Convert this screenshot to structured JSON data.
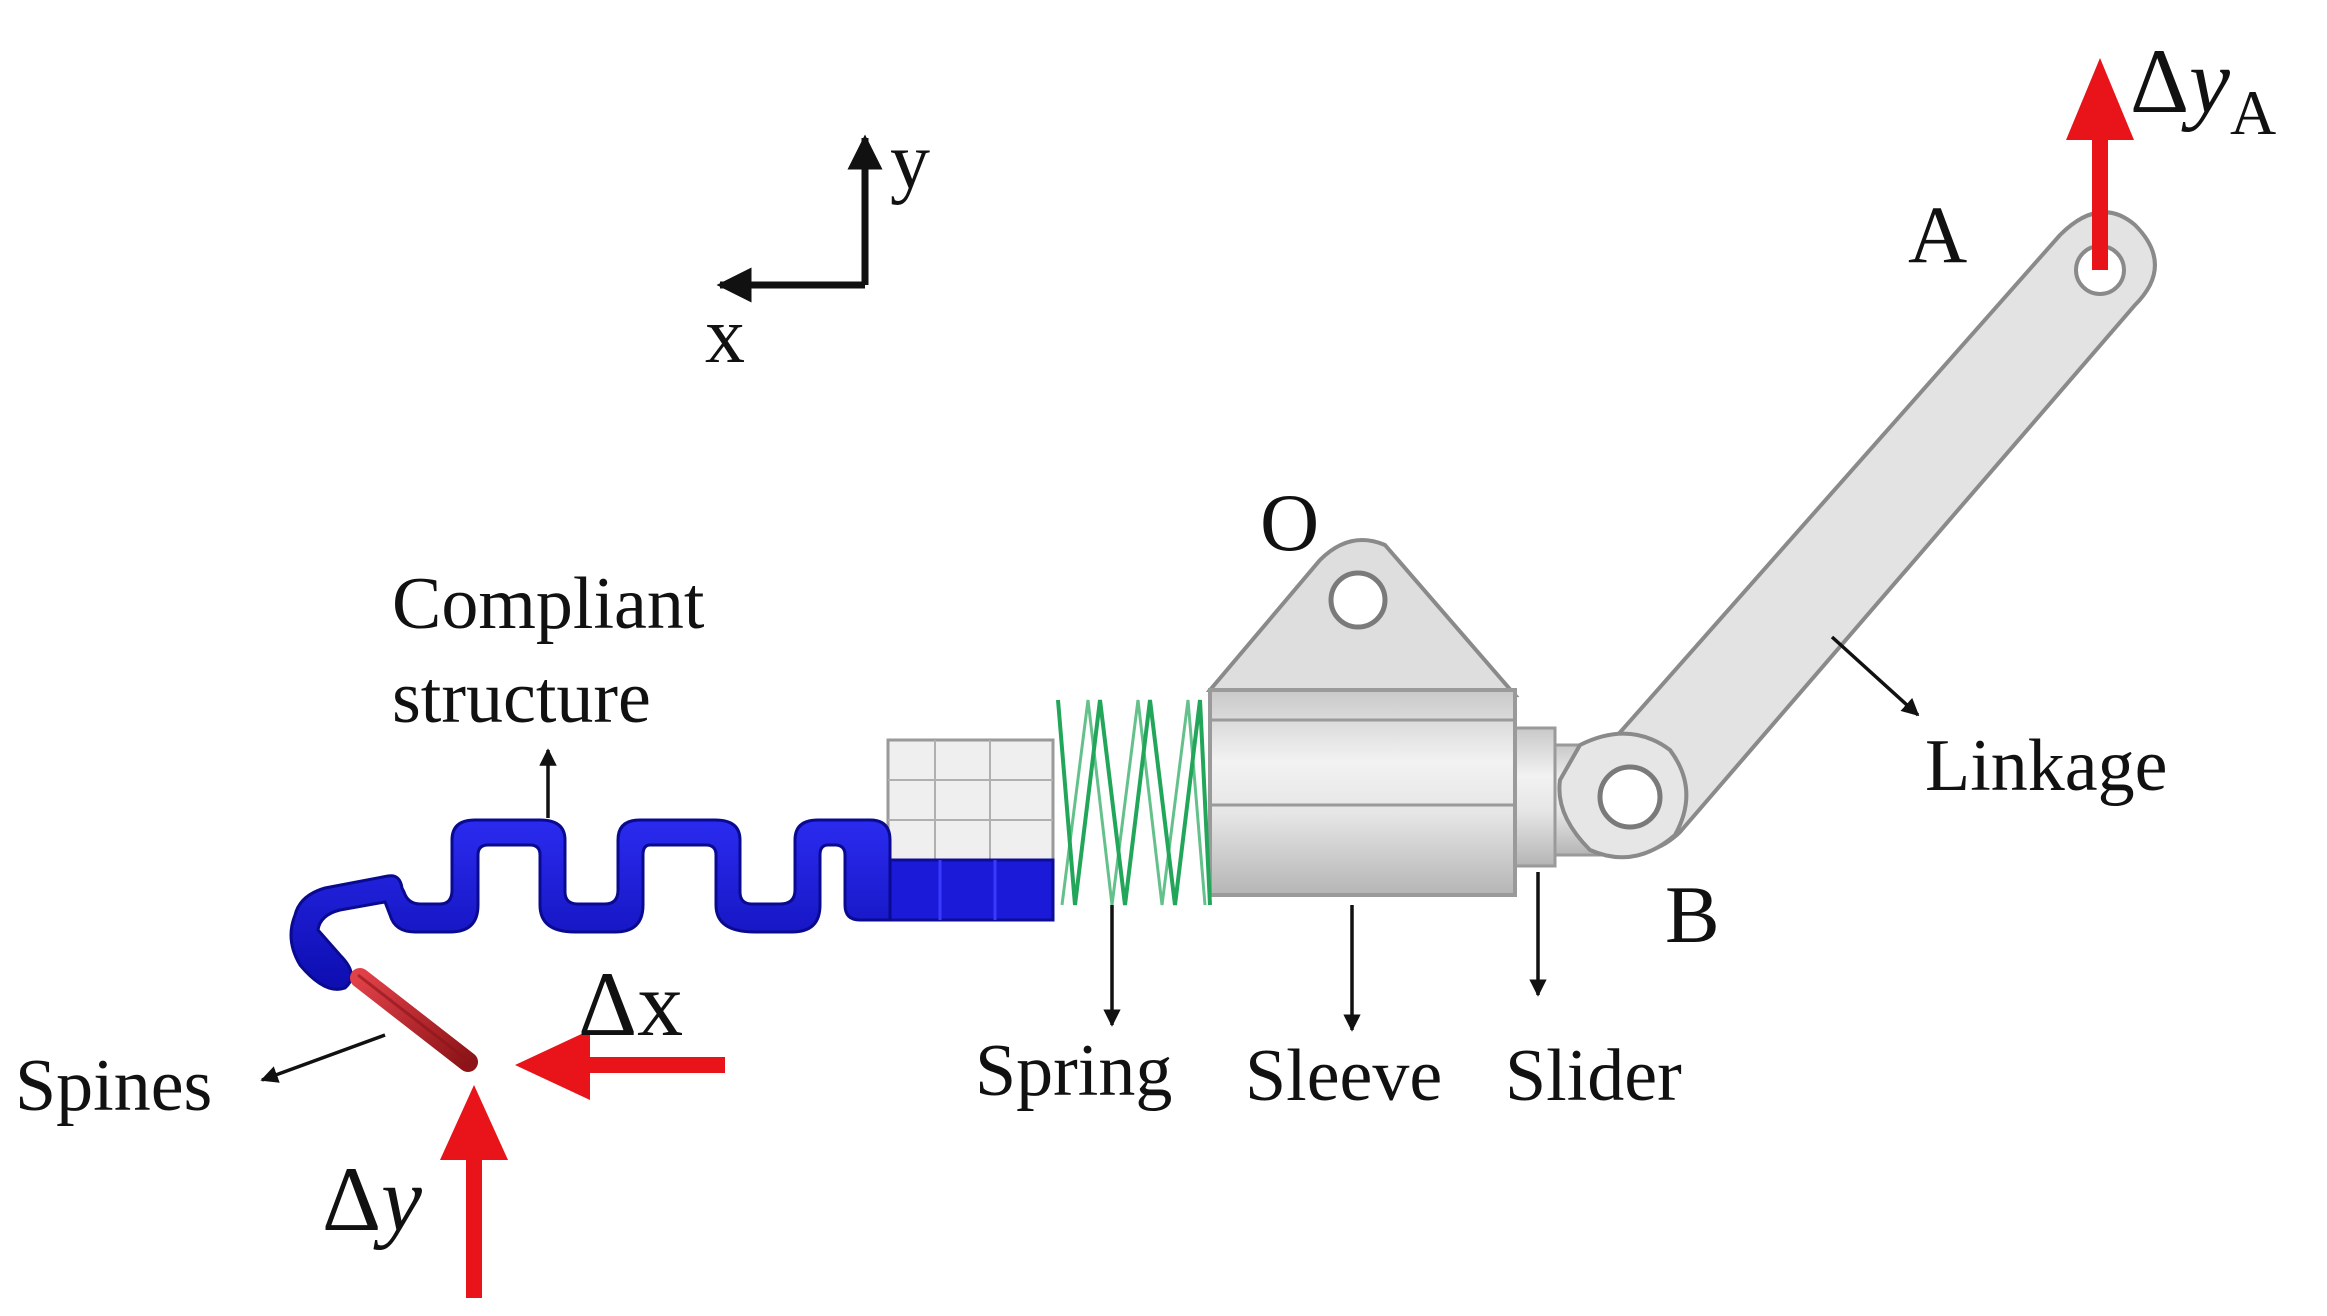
{
  "axes": {
    "y_label": "y",
    "x_label": "x"
  },
  "points": {
    "o": "O",
    "a": "A",
    "b": "B"
  },
  "components": {
    "compliant_line1": "Compliant",
    "compliant_line2": "structure",
    "spines": "Spines",
    "spring": "Spring",
    "sleeve": "Sleeve",
    "slider": "Slider",
    "linkage": "Linkage"
  },
  "displacements": {
    "dx": {
      "delta": "Δ",
      "var": "x"
    },
    "dy": {
      "delta": "Δ",
      "var": "y"
    },
    "dya": {
      "delta": "Δ",
      "var": "y",
      "sub": "A"
    }
  },
  "colors": {
    "force_arrow": "#e8141a",
    "compliant_structure": "#1f1fd6",
    "spring": "#22a65a",
    "spines": "#c8242a",
    "metal": "#d9d9d9",
    "outline": "#8a8a8a"
  }
}
